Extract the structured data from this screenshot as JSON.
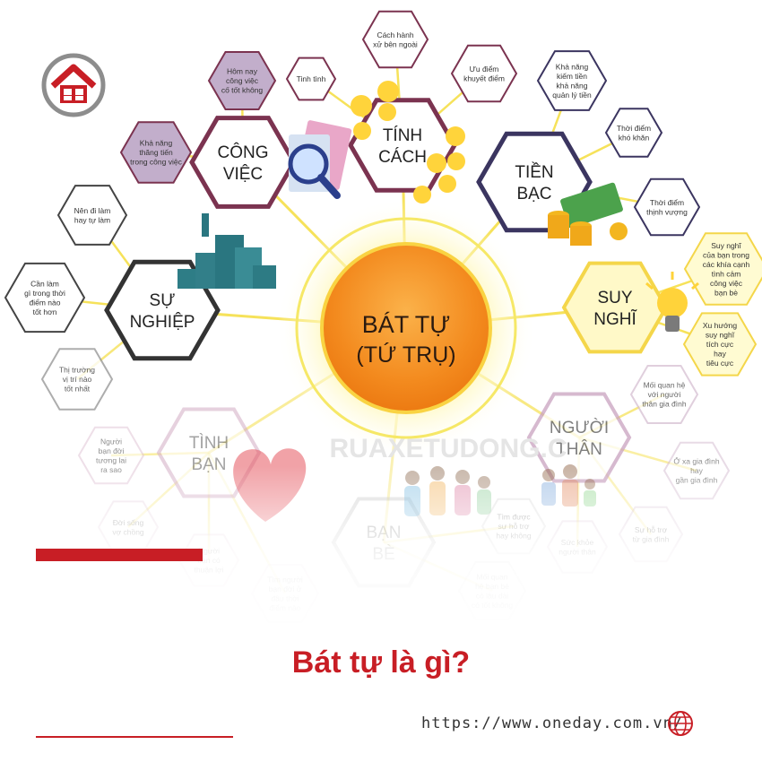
{
  "center": {
    "line1": "BÁT TỰ",
    "line2": "(TỨ TRỤ)"
  },
  "main_nodes": [
    {
      "id": "cong-viec",
      "lines": [
        "CÔNG",
        "VIỆC"
      ]
    },
    {
      "id": "tinh-cach",
      "lines": [
        "TÍNH",
        "CÁCH"
      ]
    },
    {
      "id": "tien-bac",
      "lines": [
        "TIỀN",
        "BẠC"
      ]
    },
    {
      "id": "suy-nghi",
      "lines": [
        "SUY",
        "NGHĨ"
      ]
    },
    {
      "id": "nguoi-than",
      "lines": [
        "NGƯỜI",
        "THÂN"
      ]
    },
    {
      "id": "ban-be",
      "lines": [
        "BẠN",
        "BÈ"
      ]
    },
    {
      "id": "tinh-ban",
      "lines": [
        "TÌNH",
        "BẠN"
      ]
    },
    {
      "id": "su-nghiep",
      "lines": [
        "SỰ",
        "NGHIỆP"
      ]
    }
  ],
  "sub_nodes": [
    {
      "id": "s1",
      "lines": [
        "Cách hành",
        "xử bên ngoài"
      ]
    },
    {
      "id": "s2",
      "lines": [
        "Tinh tình"
      ]
    },
    {
      "id": "s3",
      "lines": [
        "Ưu điểm",
        "khuyết điểm"
      ]
    },
    {
      "id": "s4",
      "lines": [
        "Hôm nay",
        "công việc",
        "cố tốt không"
      ]
    },
    {
      "id": "s5",
      "lines": [
        "Khả năng",
        "thăng tiến",
        "trong công việc"
      ]
    },
    {
      "id": "s6",
      "lines": [
        "Khả năng",
        "kiếm tiền",
        "khả năng",
        "quản lý tiền"
      ]
    },
    {
      "id": "s7",
      "lines": [
        "Thời điểm",
        "khó khăn"
      ]
    },
    {
      "id": "s8",
      "lines": [
        "Thời điểm",
        "thịnh vượng"
      ]
    },
    {
      "id": "s9",
      "lines": [
        "Suy nghĩ",
        "của bạn trong",
        "các khía cạnh",
        "tình cảm",
        "công việc",
        "bạn bè"
      ]
    },
    {
      "id": "s10",
      "lines": [
        "Xu hướng",
        "suy nghĩ",
        "tích cực",
        "hay",
        "tiêu cực"
      ]
    },
    {
      "id": "s11",
      "lines": [
        "Nên đi làm",
        "hay tự làm"
      ]
    },
    {
      "id": "s12",
      "lines": [
        "Cần làm",
        "gì trong thời",
        "điểm nào",
        "tốt hơn"
      ]
    },
    {
      "id": "s13",
      "lines": [
        "Thị trường",
        "vị trí nào",
        "tốt nhất"
      ]
    },
    {
      "id": "s14",
      "lines": [
        "Mối quan hệ",
        "với người",
        "thân gia đình"
      ]
    },
    {
      "id": "s15",
      "lines": [
        "Ở xa gia đình",
        "hay",
        "gần gia đình"
      ]
    },
    {
      "id": "s16",
      "lines": [
        "Sự hỗ trợ",
        "từ gia đình"
      ]
    },
    {
      "id": "s17",
      "lines": [
        "Sức khỏe",
        "người thân"
      ]
    },
    {
      "id": "s18",
      "lines": [
        "Tìm được",
        "sự hỗ trợ",
        "hay không"
      ]
    },
    {
      "id": "s19",
      "lines": [
        "Mối quan",
        "hệ bạn bè",
        "có lâu dài",
        "có tốt không"
      ]
    },
    {
      "id": "s20",
      "lines": [
        "Người",
        "bạn đời",
        "tương lai",
        "ra sao"
      ]
    },
    {
      "id": "s21",
      "lines": [
        "Đời sống",
        "vợ chồng"
      ]
    },
    {
      "id": "s22",
      "lines": [
        "Người",
        "bạn có",
        "thuận lợi"
      ]
    },
    {
      "id": "s23",
      "lines": [
        "Tìm người",
        "bạn đời ở",
        "đâu thời",
        "điểm nào"
      ]
    }
  ],
  "watermark": "RUAXETUDONG.C",
  "title": "Bát tự là gì?",
  "url": "https://www.oneday.com.vn/",
  "colors": {
    "accent": "#c81e25",
    "center_fill": "#f58a1f",
    "ray": "#f7e54a"
  }
}
